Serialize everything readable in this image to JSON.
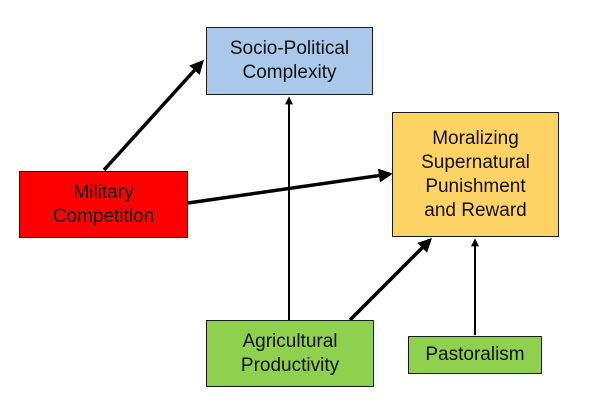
{
  "nodes": {
    "socio_political": {
      "label": "Socio-Political\nComplexity",
      "color": "#a9c8ea"
    },
    "moralizing": {
      "label": "Moralizing\nSupernatural\nPunishment\nand Reward",
      "color": "#fdd365"
    },
    "military": {
      "label": "Military\nCompetition",
      "color": "#ff0000"
    },
    "agricultural": {
      "label": "Agricultural\nProductivity",
      "color": "#8fd14f"
    },
    "pastoralism": {
      "label": "Pastoralism",
      "color": "#8fd14f"
    }
  },
  "edges": [
    {
      "from": "Military Competition",
      "to": "Socio-Political Complexity"
    },
    {
      "from": "Military Competition",
      "to": "Moralizing Supernatural Punishment and Reward"
    },
    {
      "from": "Agricultural Productivity",
      "to": "Socio-Political Complexity"
    },
    {
      "from": "Agricultural Productivity",
      "to": "Moralizing Supernatural Punishment and Reward"
    },
    {
      "from": "Pastoralism",
      "to": "Moralizing Supernatural Punishment and Reward"
    }
  ]
}
